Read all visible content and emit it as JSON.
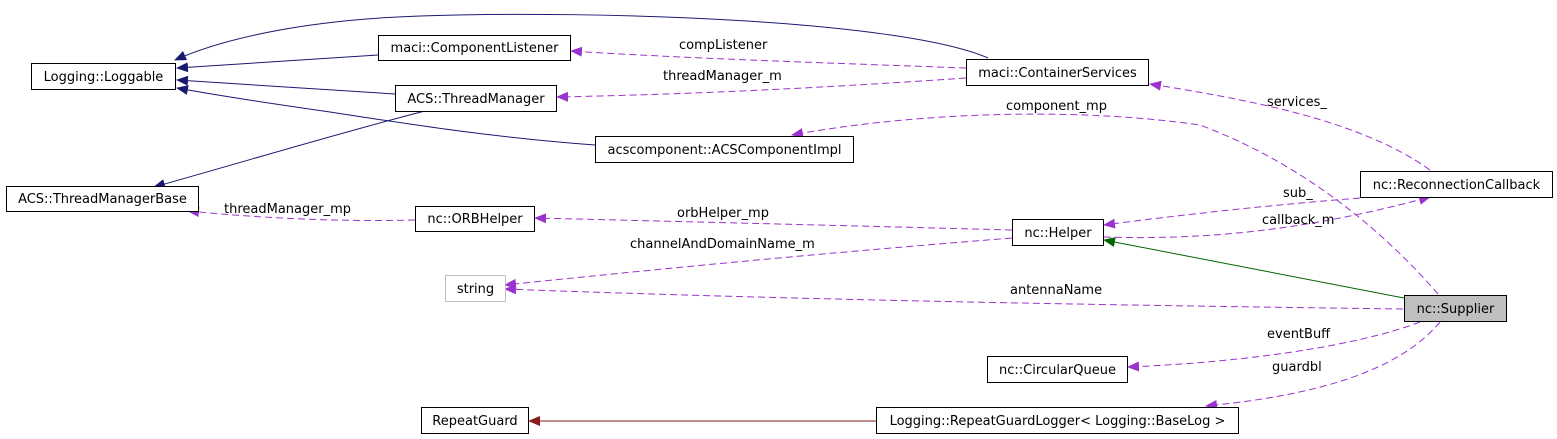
{
  "nodes": {
    "loggable": "Logging::Loggable",
    "component_listener": "maci::ComponentListener",
    "thread_manager": "ACS::ThreadManager",
    "container_services": "maci::ContainerServices",
    "acs_component_impl": "acscomponent::ACSComponentImpl",
    "thread_manager_base": "ACS::ThreadManagerBase",
    "orb_helper": "nc::ORBHelper",
    "helper": "nc::Helper",
    "reconnection_callback": "nc::ReconnectionCallback",
    "string": "string",
    "supplier": "nc::Supplier",
    "circular_queue": "nc::CircularQueue",
    "repeat_guard": "RepeatGuard",
    "repeat_guard_logger": "Logging::RepeatGuardLogger< Logging::BaseLog >"
  },
  "edge_labels": {
    "comp_listener": "compListener",
    "thread_manager_m": "threadManager_m",
    "component_mp": "component_mp",
    "services": "services_",
    "thread_manager_mp": "threadManager_mp",
    "orb_helper_mp": "orbHelper_mp",
    "sub": "sub_",
    "callback_m": "callback_m",
    "channel_and_domain_name_m": "channelAndDomainName_m",
    "antenna_name": "antennaName",
    "event_buff": "eventBuff",
    "guardbl": "guardbl"
  },
  "colors": {
    "inheritance": "#191970",
    "usage": "#9a32cd",
    "public_inheritance": "#006400",
    "template": "#8b1a1a",
    "highlight_fill": "#bfbfbf",
    "gray_border": "#bfbfbf"
  }
}
